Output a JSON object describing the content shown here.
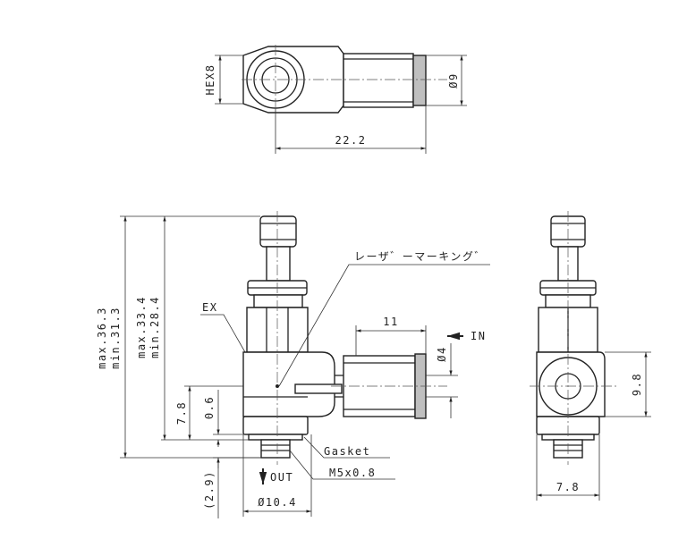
{
  "top_view": {
    "hex_label": "HEX8",
    "dia9_label": "Ø9",
    "length_label": "22.2"
  },
  "front_view": {
    "laser_marking_label": "レーザ゛ーマーキング゛",
    "ex_label": "EX",
    "in_label": "IN",
    "out_label": "OUT",
    "dim_11": "11",
    "dia4_label": "Ø4",
    "max_36_3": "max.36.3",
    "min_31_3": "min.31.3",
    "max_33_4": "max.33.4",
    "min_28_4": "min.28.4",
    "dim_7_8": "7.8",
    "dim_0_6": "0.6",
    "dim_2_9": "(2.9)",
    "gasket_label": "Gasket",
    "thread_label": "M5x0.8",
    "dia10_4_label": "Ø10.4"
  },
  "side_view": {
    "dim_9_8": "9.8",
    "dim_7_8": "7.8"
  }
}
